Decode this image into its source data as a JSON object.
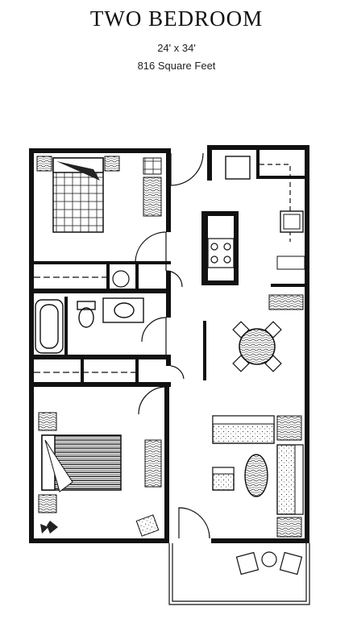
{
  "plan": {
    "title": "TWO BEDROOM",
    "dimensions": "24' x 34'",
    "area": "816 Square Feet"
  },
  "colors": {
    "wall": "#111111",
    "background": "#ffffff"
  },
  "icons": [
    "bed-icon",
    "nightstand-icon",
    "dresser-icon",
    "bathtub-icon",
    "toilet-icon",
    "sink-icon",
    "range-icon",
    "refrigerator-icon",
    "dining-table-icon",
    "chair-icon",
    "sofa-icon",
    "coffee-table-icon",
    "plant-icon",
    "door-swing-icon"
  ]
}
